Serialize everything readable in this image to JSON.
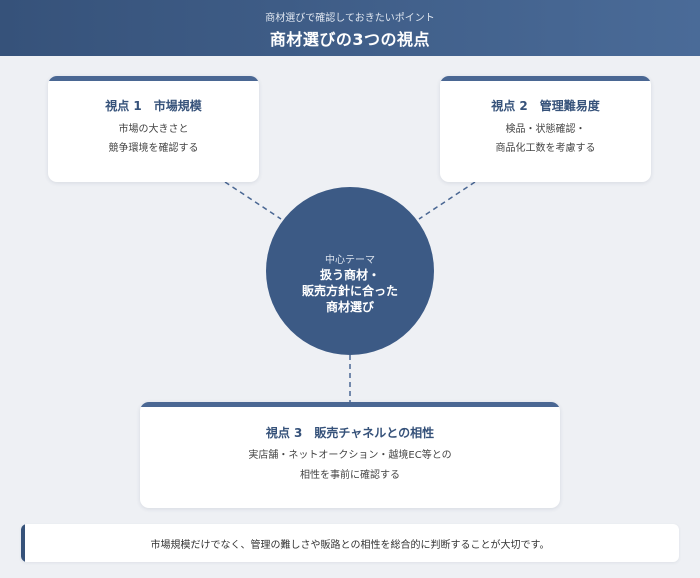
{
  "header": {
    "subtitle": "商材選びで確認しておきたいポイント",
    "title": "商材選びの3つの視点"
  },
  "center": {
    "label": "中心テーマ",
    "lines": [
      "扱う商材・",
      "販売方針に合った",
      "商材選び"
    ]
  },
  "viewpoints": [
    {
      "title": "視点 1　市場規模",
      "lines": [
        "市場の大きさと",
        "競争環境を確認する"
      ]
    },
    {
      "title": "視点 2　管理難易度",
      "lines": [
        "検品・状態確認・",
        "商品化工数を考慮する"
      ]
    },
    {
      "title": "視点 3　販売チャネルとの相性",
      "lines": [
        "実店舗・ネットオークション・越境EC等との",
        "相性を事前に確認する"
      ]
    }
  ],
  "footer": {
    "text": "市場規模だけでなく、管理の難しさや販路との相性を総合的に判断することが大切です。"
  },
  "colors": {
    "accent": "#36527a",
    "circle": "#3c5a85",
    "connector": "#4a6793"
  }
}
